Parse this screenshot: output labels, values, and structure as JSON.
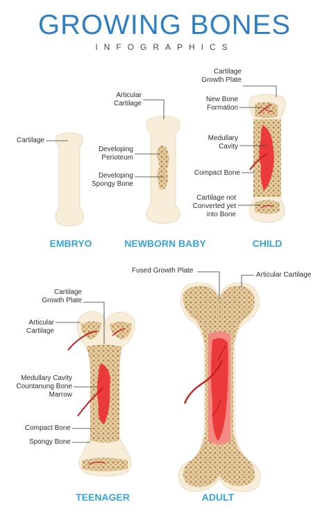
{
  "header": {
    "title": "GROWING BONES",
    "subtitle": "INFOGRAPHICS"
  },
  "stages": {
    "embryo": {
      "name": "EMBRYO",
      "labels": {
        "cartilage": "Cartilage"
      }
    },
    "newborn": {
      "name": "NEWBORN BABY",
      "labels": {
        "articular_1": "Articular",
        "articular_2": "Cartilage",
        "perioteum_1": "Developing",
        "perioteum_2": "Perioteum",
        "spongy_1": "Developing",
        "spongy_2": "Spongy Bone"
      }
    },
    "child": {
      "name": "CHILD",
      "labels": {
        "growth_1": "Cartilage",
        "growth_2": "Growth Plate",
        "newbone_1": "New Bone",
        "newbone_2": "Formation",
        "medullary_1": "Medullary",
        "medullary_2": "Cavity",
        "compact": "Compact Bone",
        "notconv_1": "Cartilage not",
        "notconv_2": "Converted yet",
        "notconv_3": "into Bone"
      }
    },
    "teenager": {
      "name": "TEENAGER",
      "labels": {
        "growth_1": "Cartilage",
        "growth_2": "Growth Plate",
        "articular_1": "Articular",
        "articular_2": "Cartilage",
        "medullary_1": "Medullary Cavity",
        "medullary_2": "Countanung Bone",
        "medullary_3": "Marrow",
        "compact": "Compact Bone",
        "spongy": "Spongy Bone"
      }
    },
    "adult": {
      "name": "ADULT",
      "labels": {
        "fused": "Fused Growth Plate",
        "articular": "Articular Cartilage"
      }
    }
  },
  "colors": {
    "title": "#2f7fc4",
    "stage": "#3aa3d6",
    "cartilage": "#f7edd9",
    "bone": "#e8cc9e",
    "marrow": "#ea3a3a",
    "marrow_light": "#f48a84",
    "vessel": "#c51d1d"
  }
}
